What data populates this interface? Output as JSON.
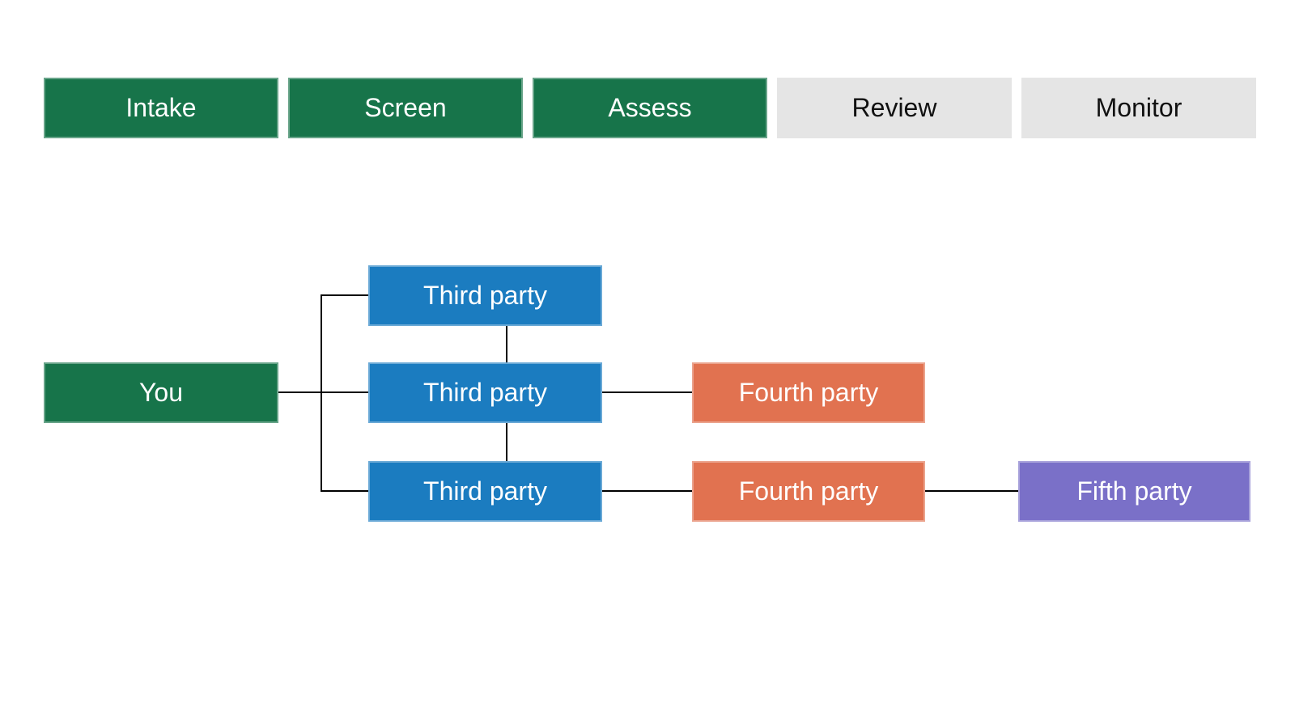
{
  "colors": {
    "stage-active-bg": "#17744a",
    "stage-inactive-bg": "#e5e5e5",
    "stage-inactive-text": "#111111",
    "you-bg": "#17744a",
    "third-bg": "#1b7cc0",
    "fourth-bg": "#e17250",
    "fifth-bg": "#7a70c8",
    "box-text-light": "#ffffff",
    "connector": "#000000"
  },
  "stages": {
    "items": [
      {
        "label": "Intake",
        "state": "active"
      },
      {
        "label": "Screen",
        "state": "active"
      },
      {
        "label": "Assess",
        "state": "active"
      },
      {
        "label": "Review",
        "state": "inactive"
      },
      {
        "label": "Monitor",
        "state": "inactive"
      }
    ]
  },
  "diagram": {
    "you": {
      "label": "You"
    },
    "third_parties": [
      {
        "label": "Third party"
      },
      {
        "label": "Third party"
      },
      {
        "label": "Third party"
      }
    ],
    "fourth_parties": [
      {
        "label": "Fourth party"
      },
      {
        "label": "Fourth party"
      }
    ],
    "fifth_party": {
      "label": "Fifth party"
    }
  }
}
